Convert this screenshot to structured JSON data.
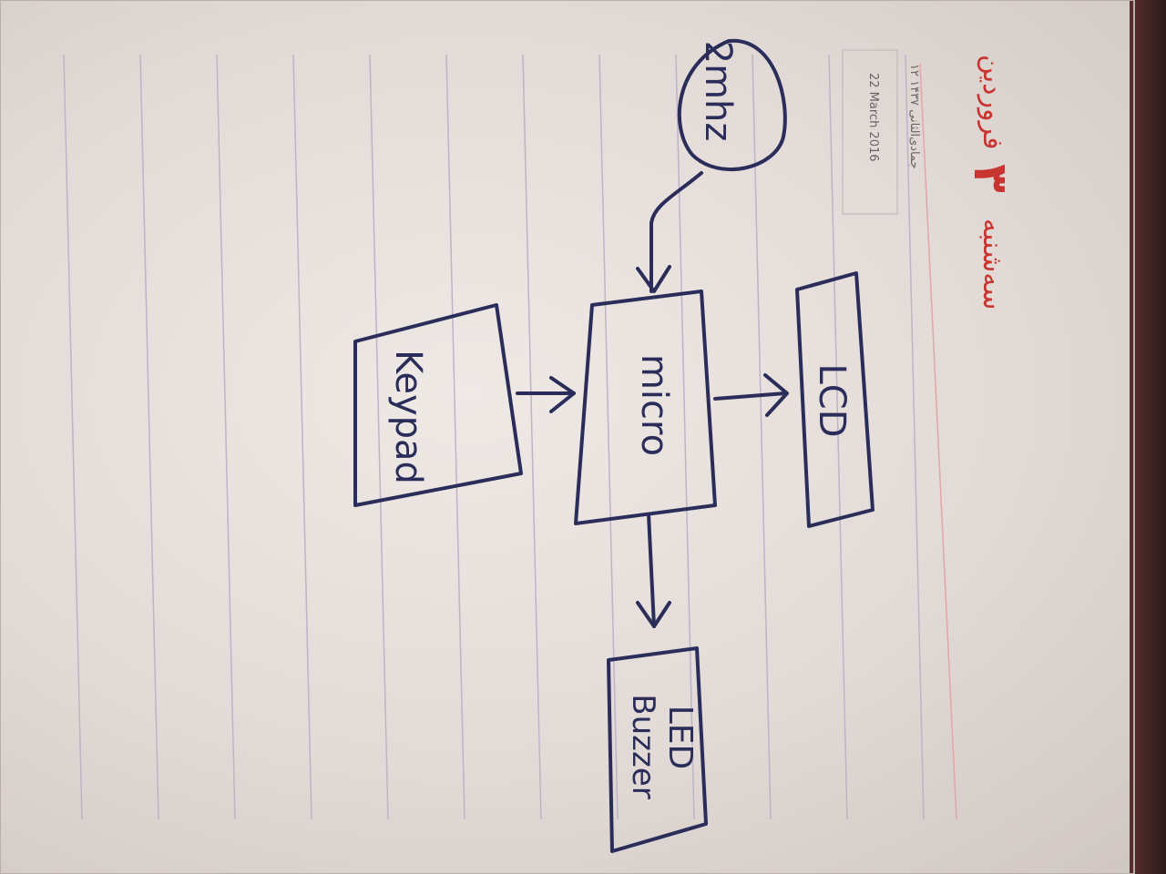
{
  "header": {
    "weekday": "سه‌شنبه",
    "day_number": "۳",
    "month": "فروردین",
    "hijri_date": "۱۲ جمادی‌الثانی ۱۴۳۷",
    "gregorian_date": "22 March 2016"
  },
  "diagram": {
    "nodes": {
      "clock": "2mhz",
      "keypad": "Keypad",
      "micro": "micro",
      "lcd": "LCD",
      "led_buzzer_line1": "LED",
      "led_buzzer_line2": "Buzzer"
    }
  },
  "colors": {
    "ink": "#2a2d5a",
    "header_red": "#c8342f",
    "paper": "#ece6e3"
  }
}
